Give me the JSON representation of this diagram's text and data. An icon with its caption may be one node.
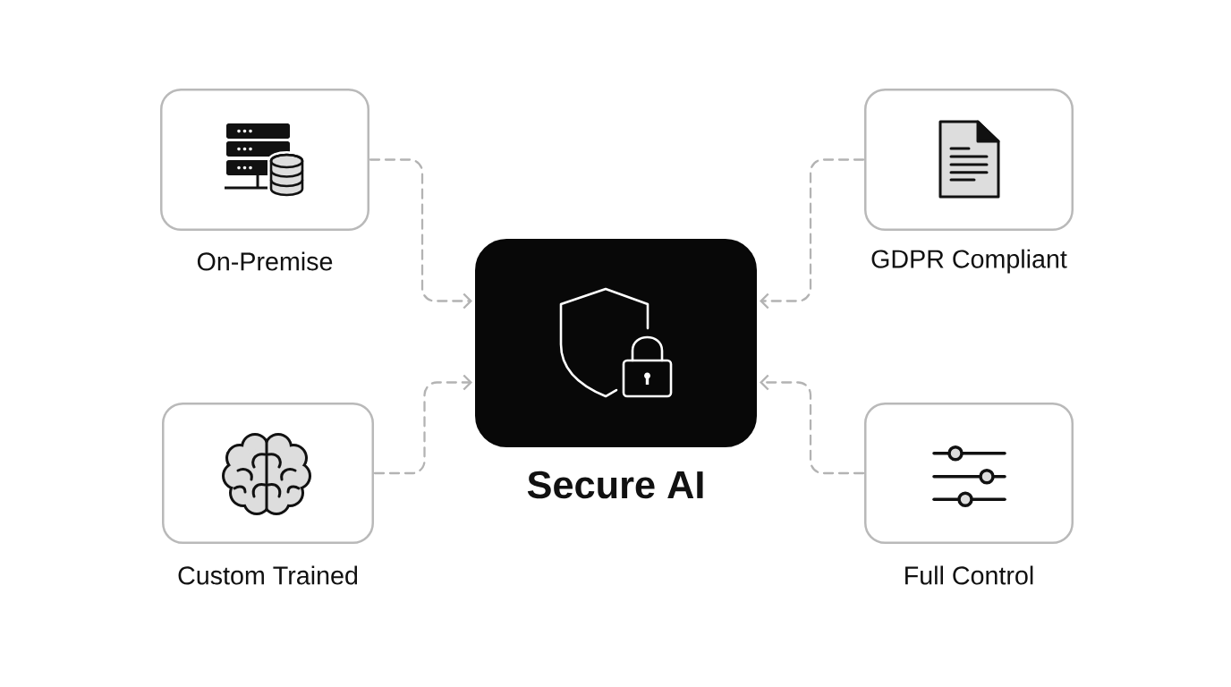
{
  "diagram": {
    "nodes": [
      {
        "text": [
          "On-Premise"
        ]
      },
      {
        "text": [
          "GDPR Compliant"
        ]
      },
      {
        "text": [
          "Secure AI"
        ]
      },
      {
        "text": [
          "Custom Trained"
        ]
      },
      {
        "text": [
          "Full Control"
        ]
      }
    ],
    "edges": [
      {
        "from": 0,
        "to": 2,
        "arrow": "to",
        "style": "dashed"
      },
      {
        "from": 1,
        "to": 2,
        "arrow": "to",
        "style": "dashed"
      },
      {
        "from": 3,
        "to": 2,
        "arrow": "to",
        "style": "dashed"
      },
      {
        "from": 4,
        "to": 2,
        "arrow": "to",
        "style": "dashed"
      }
    ]
  }
}
